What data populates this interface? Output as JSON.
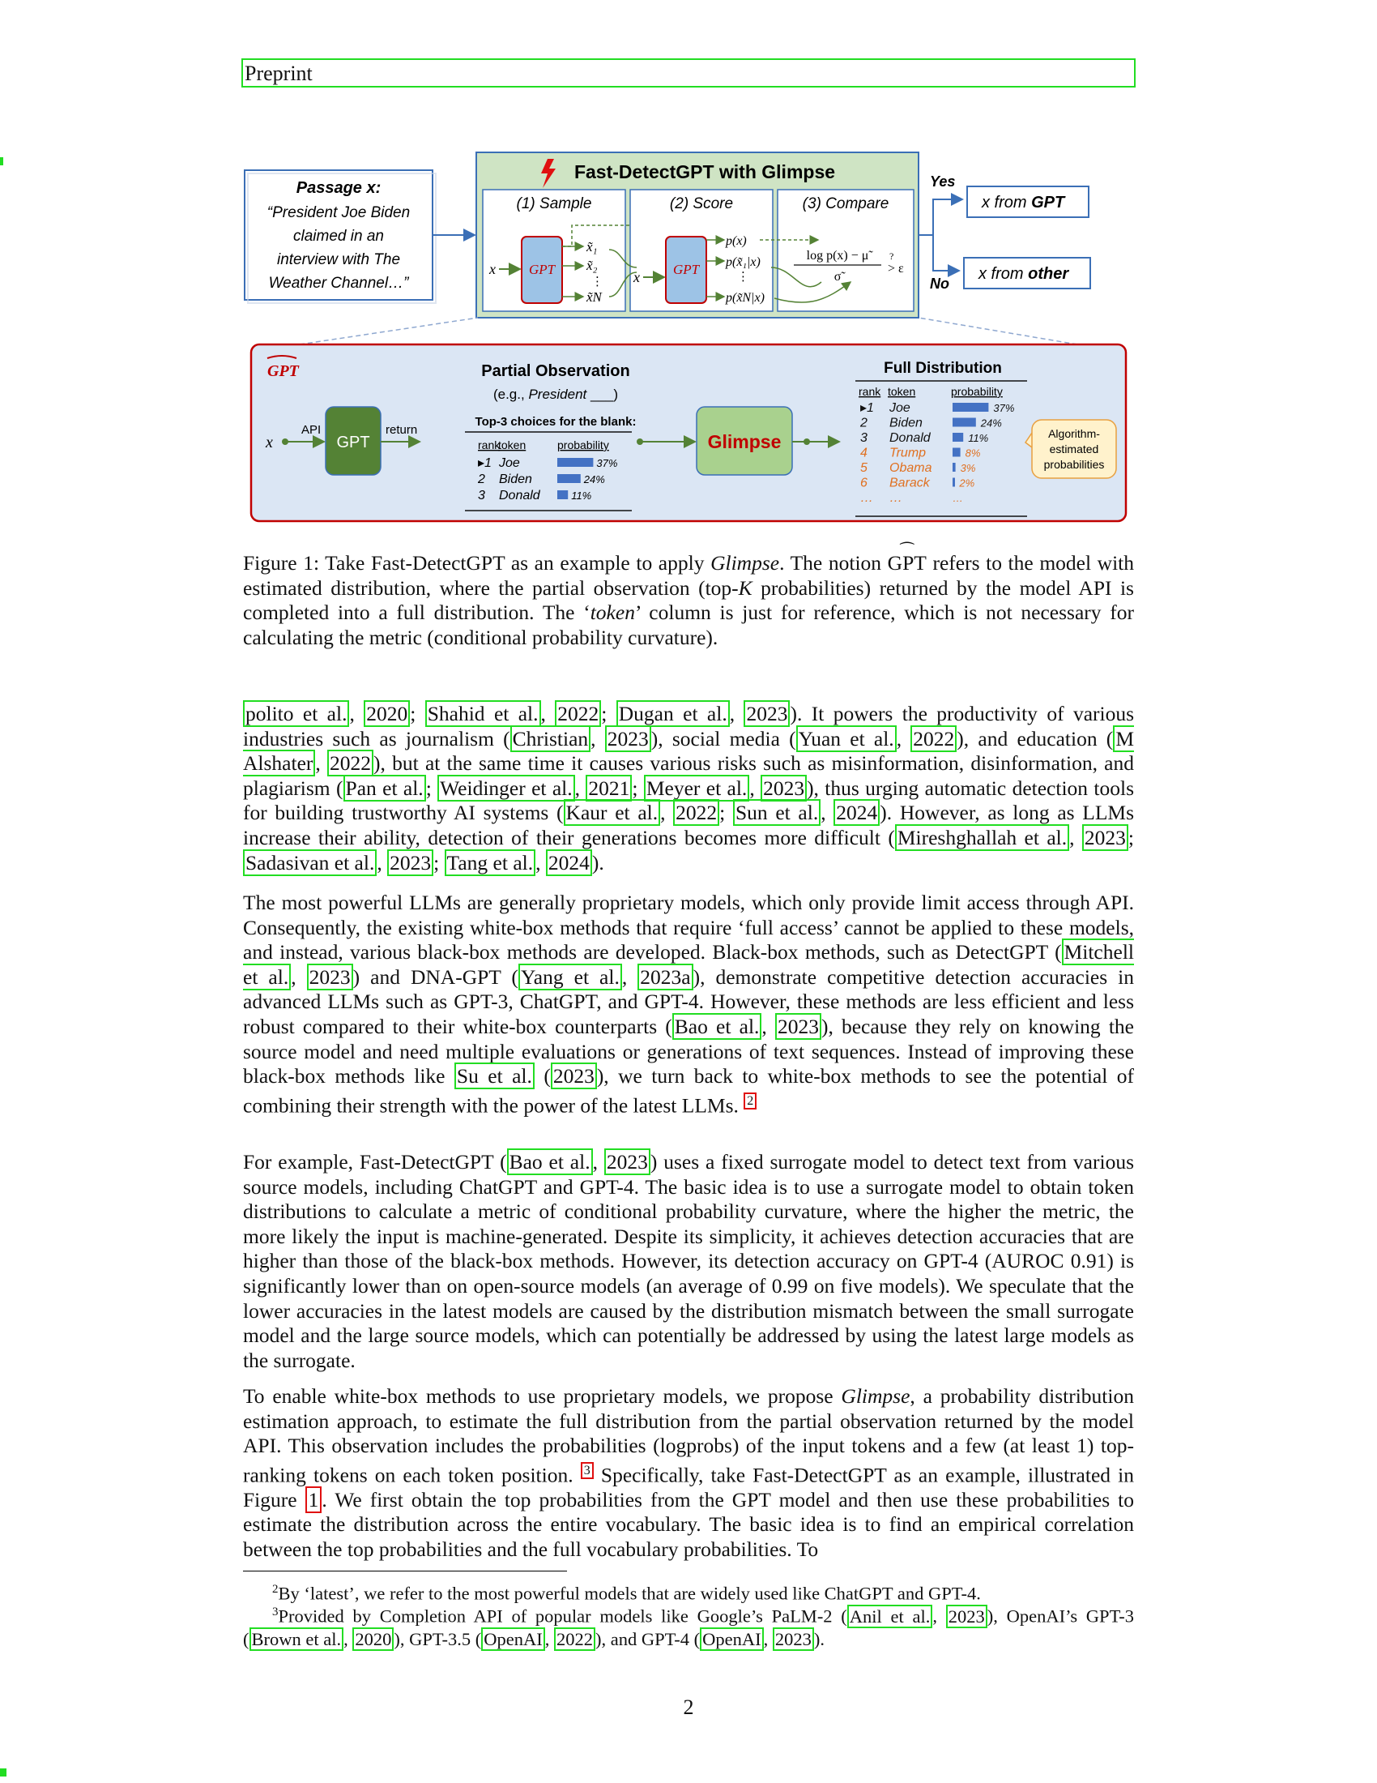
{
  "header": {
    "running_title": "Preprint"
  },
  "figure": {
    "passage": {
      "title": "Passage x:",
      "lines": [
        "“President Joe Biden",
        "claimed in an",
        "interview with The",
        "Weather Channel…”"
      ]
    },
    "method_title": "Fast-DetectGPT with Glimpse",
    "steps": [
      "(1) Sample",
      "(2) Score",
      "(3) Compare"
    ],
    "gpt_label": "GPT",
    "x_label": "x",
    "sample_tokens": [
      "x̃₁",
      "x̃₂",
      "⋮",
      "x̃N"
    ],
    "score_terms": [
      "p(x)",
      "p(x̃₁|x)",
      "⋮",
      "p(x̃N|x)"
    ],
    "compare_formula_top": "log p(x) − μ̃",
    "compare_formula_bottom": "σ̃",
    "compare_threshold": "> ε",
    "compare_q": "?",
    "yes_label": "Yes",
    "no_label": "No",
    "out_gpt_prefix": "x from ",
    "out_gpt_bold": "GPT",
    "out_other_prefix": "x from ",
    "out_other_bold": "other",
    "lower": {
      "gpt_tilde_label": "GPT",
      "api_label": "API",
      "return_label": "return",
      "gpt_box": "GPT",
      "partial_title": "Partial Observation",
      "partial_sub_prefix": "(e.g., ",
      "partial_sub_italic": "President",
      "partial_sub_suffix": " ___)",
      "top3_title": "Top-3 choices for the blank:",
      "col_rank": "rank",
      "col_token": "token",
      "col_prob": "probability",
      "partial_rows": [
        {
          "rank": "▸1",
          "token": "Joe",
          "prob": "37%",
          "value": 0.37
        },
        {
          "rank": "2",
          "token": "Biden",
          "prob": "24%",
          "value": 0.24
        },
        {
          "rank": "3",
          "token": "Donald",
          "prob": "11%",
          "value": 0.11
        }
      ],
      "glimpse_label": "Glimpse",
      "full_title": "Full Distribution",
      "full_rows": [
        {
          "rank": "▸1",
          "token": "Joe",
          "prob": "37%",
          "value": 0.37,
          "estimated": false
        },
        {
          "rank": "2",
          "token": "Biden",
          "prob": "24%",
          "value": 0.24,
          "estimated": false
        },
        {
          "rank": "3",
          "token": "Donald",
          "prob": "11%",
          "value": 0.11,
          "estimated": false
        },
        {
          "rank": "4",
          "token": "Trump",
          "prob": "8%",
          "value": 0.08,
          "estimated": true
        },
        {
          "rank": "5",
          "token": "Obama",
          "prob": "3%",
          "value": 0.03,
          "estimated": true
        },
        {
          "rank": "6",
          "token": "Barack",
          "prob": "2%",
          "value": 0.02,
          "estimated": true
        },
        {
          "rank": "…",
          "token": "…",
          "prob": "…",
          "value": 0,
          "estimated": true
        }
      ],
      "callout": [
        "Algorithm-",
        "estimated",
        "probabilities"
      ]
    },
    "colors": {
      "bar": "#4472c4",
      "estimated_text": "#e07020",
      "red": "#c00000",
      "green_box": "#cfe4c4",
      "gpt_dark": "#548235",
      "glimpse_fill": "#a9d18e",
      "lower_bg": "#dbe6f4"
    }
  },
  "caption": {
    "p1": "Figure 1: Take Fast-DetectGPT as an example to apply ",
    "italic1": "Glimpse",
    "p2": ". The notion ",
    "gpt_notation": "GPT",
    "p3": " refers to the model with estimated distribution, where the partial observation (top-",
    "k": "K",
    "p4": " probabilities) returned by the model API is completed into a full distribution. The ‘",
    "italic2": "token",
    "p5": "’ column is just for reference, which is not necessary for calculating the metric (conditional probability curvature)."
  },
  "body": {
    "p1": {
      "c1": "polito et al.",
      "c2": "2020",
      "c3": "Shahid et al.",
      "c4": "2022",
      "c5": "Dugan et al.",
      "c6": "2023",
      "t1": "). It powers the productivity of various industries such as journalism (",
      "c7": "Christian",
      "c8": "2023",
      "t2": "), social media (",
      "c9": "Yuan et al.",
      "c10": "2022",
      "t3": "), and education (",
      "c11": "M Alshater",
      "c12": "2022",
      "t4": "), but at the same time it causes various risks such as misinformation, disinformation, and plagiarism (",
      "c13": "Pan et al.",
      "c14": "Weidinger et al.",
      "c15": "2021",
      "c16": "Meyer et al.",
      "c17": "2023",
      "t5": "), thus urging automatic detection tools for building trustworthy AI systems (",
      "c18": "Kaur et al.",
      "c19": "2022",
      "c20": "Sun et al.",
      "c21": "2024",
      "t6": "). However, as long as LLMs increase their ability, detection of their generations becomes more difficult (",
      "c22": "Mireshghallah et al.",
      "c23": "2023",
      "c24": "Sadasivan et al.",
      "c25": "2023",
      "c26": "Tang et al.",
      "c27": "2024",
      "t7": ")."
    },
    "p2": {
      "t1": "The most powerful LLMs are generally proprietary models, which only provide limit access through API. Consequently, the existing white-box methods that require ‘full access’ cannot be applied to these models, and instead, various black-box methods are developed. Black-box methods, such as DetectGPT (",
      "c1": "Mitchell et al.",
      "c2": "2023",
      "t2": ") and DNA-GPT (",
      "c3": "Yang et al.",
      "c4": "2023a",
      "t3": "), demonstrate competitive detection accuracies in advanced LLMs such as GPT-3, ChatGPT, and GPT-4. However, these methods are less efficient and less robust compared to their white-box counterparts (",
      "c5": "Bao et al.",
      "c6": "2023",
      "t4": "), because they rely on knowing the source model and need multiple evaluations or generations of text sequences. Instead of improving these black-box methods like ",
      "c7": "Su et al.",
      "c8": "2023",
      "t5": "), we turn back to white-box methods to see the potential of combining their strength with the power of the latest LLMs. ",
      "fn": "2"
    },
    "p3": {
      "t1": "For example, Fast-DetectGPT (",
      "c1": "Bao et al.",
      "c2": "2023",
      "t2": ") uses a fixed surrogate model to detect text from various source models, including ChatGPT and GPT-4. The basic idea is to use a surrogate model to obtain token distributions to calculate a metric of conditional probability curvature, where the higher the metric, the more likely the input is machine-generated. Despite its simplicity, it achieves detection accuracies that are higher than those of the black-box methods. However, its detection accuracy on GPT-4 (AUROC 0.91) is significantly lower than on open-source models (an average of 0.99 on five models). We speculate that the lower accuracies in the latest models are caused by the distribution mismatch between the small surrogate model and the large source models, which can potentially be addressed by using the latest large models as the surrogate."
    },
    "p4": {
      "t1": "To enable white-box methods to use proprietary models, we propose ",
      "italic": "Glimpse",
      "t2": ", a probability distribution estimation approach, to estimate the full distribution from the partial observation returned by the model API. This observation includes the probabilities (logprobs) of the input tokens and a few (at least 1) top-ranking tokens on each token position. ",
      "fn": "3",
      "t3": " Specifically, take Fast-DetectGPT as an example, illustrated in Figure ",
      "figref": "1",
      "t4": ". We first obtain the top probabilities from the GPT model and then use these probabilities to estimate the distribution across the entire vocabulary. The basic idea is to find an empirical correlation between the top probabilities and the full vocabulary probabilities. To"
    }
  },
  "footnotes": {
    "fn2": {
      "mark": "2",
      "text": "By ‘latest’, we refer to the most powerful models that are widely used like ChatGPT and GPT-4."
    },
    "fn3": {
      "mark": "3",
      "t1": "Provided by Completion API of popular models like Google’s PaLM-2 (",
      "c1": "Anil et al.",
      "c2": "2023",
      "t2": "), OpenAI’s GPT-3 (",
      "c3": "Brown et al.",
      "c4": "2020",
      "t3": "), GPT-3.5 (",
      "c5": "OpenAI",
      "c6": "2022",
      "t4": "), and GPT-4 (",
      "c7": "OpenAI",
      "c8": "2023",
      "t5": ")."
    }
  },
  "page_number": "2"
}
